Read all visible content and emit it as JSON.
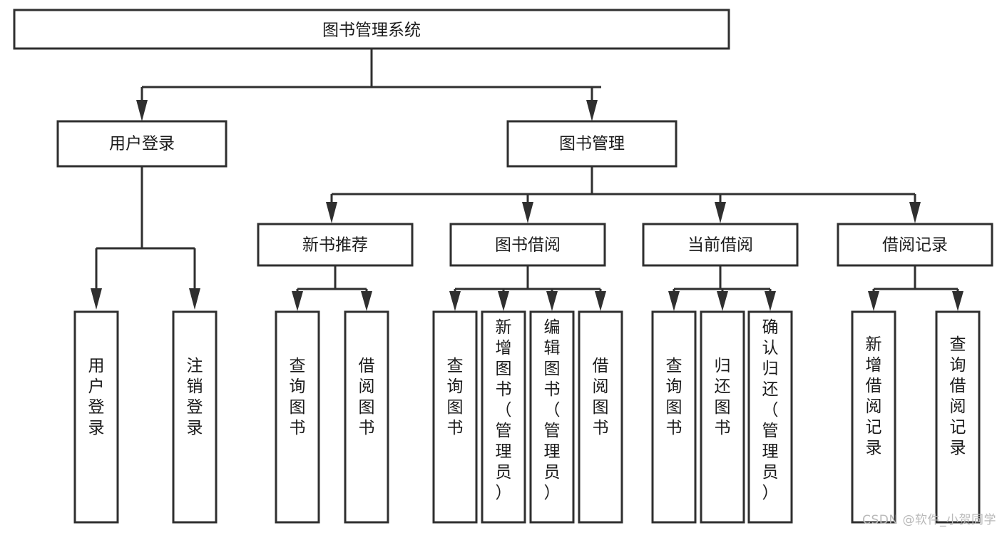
{
  "diagram": {
    "type": "tree-hierarchy-chart",
    "title_text": "图书管理系统",
    "background_color": "#ffffff",
    "box_stroke_color": "#2f2f2f",
    "box_fill_color": "#ffffff",
    "text_color": "#1b1b1b",
    "levels": {
      "level0_label": "图书管理系统",
      "level1_labels": [
        "用户登录",
        "图书管理"
      ],
      "level2_labels": [
        "新书推荐",
        "图书借阅",
        "当前借阅",
        "借阅记录"
      ]
    },
    "nodes": {
      "root": {
        "label": "图书管理系统"
      },
      "user_login": {
        "label": "用户登录"
      },
      "book_manage": {
        "label": "图书管理"
      },
      "new_book_rec": {
        "label": "新书推荐"
      },
      "book_borrow": {
        "label": "图书借阅"
      },
      "current_borrow": {
        "label": "当前借阅"
      },
      "borrow_record": {
        "label": "借阅记录"
      },
      "leaf_user_login": {
        "label": "用户登录"
      },
      "leaf_logout_login": {
        "label": "注销登录"
      },
      "leaf_query_book_1": {
        "label": "查询图书"
      },
      "leaf_borrow_book_1": {
        "label": "借阅图书"
      },
      "leaf_query_book_2": {
        "label": "查询图书"
      },
      "leaf_add_book_admin": {
        "label": "新增图书（管理员）"
      },
      "leaf_edit_book_admin": {
        "label": "编辑图书（管理员）"
      },
      "leaf_borrow_book_2": {
        "label": "借阅图书"
      },
      "leaf_query_book_3": {
        "label": "查询图书"
      },
      "leaf_return_book": {
        "label": "归还图书"
      },
      "leaf_confirm_return_admin": {
        "label": "确认归还（管理员）"
      },
      "leaf_add_record": {
        "label": "新增借阅记录"
      },
      "leaf_query_record": {
        "label": "查询借阅记录"
      }
    }
  },
  "watermark": {
    "text": "CSDN @软件_小贺同学"
  }
}
